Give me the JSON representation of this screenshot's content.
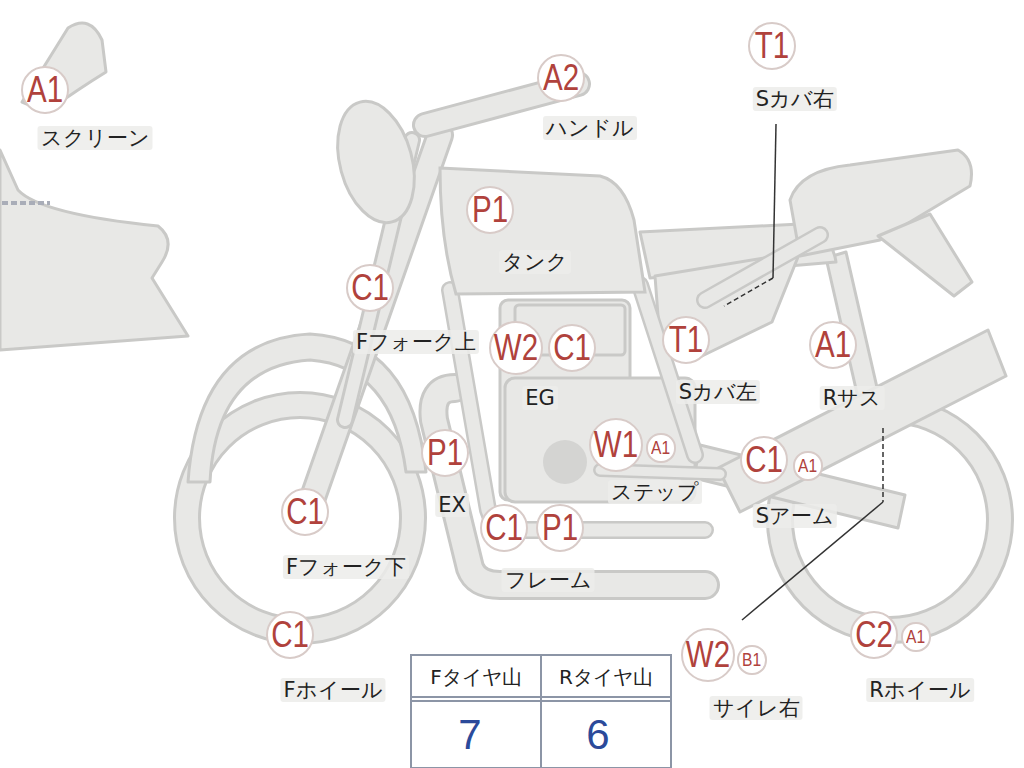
{
  "diagram": {
    "nodes": [
      {
        "text": [
          "A1"
        ]
      },
      {
        "text": [
          "T1"
        ]
      },
      {
        "text": [
          "A2"
        ]
      },
      {
        "text": [
          "P1"
        ]
      },
      {
        "text": [
          "C1"
        ]
      },
      {
        "text": [
          "W2"
        ]
      },
      {
        "text": [
          "C1"
        ]
      },
      {
        "text": [
          "T1"
        ]
      },
      {
        "text": [
          "A1"
        ]
      },
      {
        "text": [
          "P1"
        ]
      },
      {
        "text": [
          "W1"
        ]
      },
      {
        "text": [
          "A1"
        ]
      },
      {
        "text": [
          "C1"
        ]
      },
      {
        "text": [
          "A1"
        ]
      },
      {
        "text": [
          "C1"
        ]
      },
      {
        "text": [
          "C1"
        ]
      },
      {
        "text": [
          "P1"
        ]
      },
      {
        "text": [
          "C1"
        ]
      },
      {
        "text": [
          "W2"
        ]
      },
      {
        "text": [
          "B1"
        ]
      },
      {
        "text": [
          "C2"
        ]
      },
      {
        "text": [
          "A1"
        ]
      }
    ],
    "labels": [
      "スクリーン",
      "Sカバ右",
      "ハンドル",
      "タンク",
      "Fフォーク上",
      "EG",
      "Sカバ左",
      "Rサス",
      "EX",
      "ステップ",
      "Sアーム",
      "Fフォーク下",
      "フレーム",
      "Fホイール",
      "サイレ右",
      "Rホイール",
      "Fタイヤ山",
      "Rタイヤ山",
      "7",
      "6"
    ]
  }
}
